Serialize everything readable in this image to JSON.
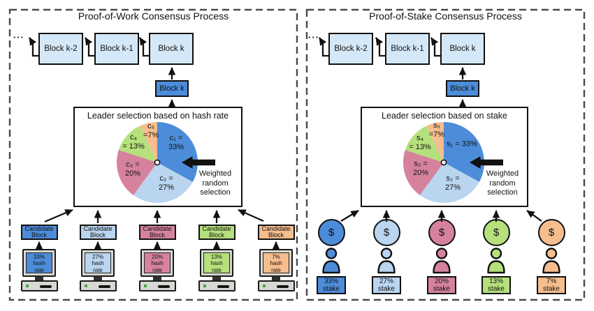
{
  "colors": {
    "blue": "#4d8cd9",
    "light_blue": "#b9d5ef",
    "pink": "#d6829d",
    "green": "#b5e07c",
    "orange": "#f6bd8e",
    "chain_block_fill": "#d5e8f7",
    "new_block_fill": "#4d8cd9",
    "dash_border": "#4a4a4a"
  },
  "pow_panel": {
    "title": "Proof-of-Work Consensus Process",
    "ellipsis": "···",
    "chain_blocks": [
      {
        "label": "Block k-2"
      },
      {
        "label": "Block k-1"
      },
      {
        "label": "Block k"
      }
    ],
    "new_block": {
      "label": "Block k"
    },
    "selection_box": {
      "title": "Leader selection based on hash rate"
    },
    "weighted_note": {
      "line1": "Weighted",
      "line2": "random",
      "line3": "selection"
    },
    "miners": [
      {
        "candidate_line1": "Candidate",
        "candidate_line2": "Block",
        "screen_line1": "33%",
        "screen_line2": "hash",
        "screen_line3": "rate",
        "color_key": "blue"
      },
      {
        "candidate_line1": "Candidate",
        "candidate_line2": "Block",
        "screen_line1": "27%",
        "screen_line2": "hash",
        "screen_line3": "rate",
        "color_key": "light_blue"
      },
      {
        "candidate_line1": "Candidate",
        "candidate_line2": "Block",
        "screen_line1": "20%",
        "screen_line2": "hash",
        "screen_line3": "rate",
        "color_key": "pink"
      },
      {
        "candidate_line1": "Candidate",
        "candidate_line2": "Block",
        "screen_line1": "13%",
        "screen_line2": "hash",
        "screen_line3": "rate",
        "color_key": "green"
      },
      {
        "candidate_line1": "Candidate",
        "candidate_line2": "Block",
        "screen_line1": "7%",
        "screen_line2": "hash",
        "screen_line3": "rate",
        "color_key": "orange"
      }
    ]
  },
  "pos_panel": {
    "title": "Proof-of-Stake Consensus Process",
    "ellipsis": "···",
    "chain_blocks": [
      {
        "label": "Block k-2"
      },
      {
        "label": "Block k-1"
      },
      {
        "label": "Block k"
      }
    ],
    "new_block": {
      "label": "Block k"
    },
    "selection_box": {
      "title": "Leader selection based on stake"
    },
    "weighted_note": {
      "line1": "Weighted",
      "line2": "random",
      "line3": "selection"
    },
    "stakers": [
      {
        "dollar": "$",
        "stake_line1": "33%",
        "stake_line2": "stake",
        "color_key": "blue"
      },
      {
        "dollar": "$",
        "stake_line1": "27%",
        "stake_line2": "stake",
        "color_key": "light_blue"
      },
      {
        "dollar": "$",
        "stake_line1": "20%",
        "stake_line2": "stake",
        "color_key": "pink"
      },
      {
        "dollar": "$",
        "stake_line1": "13%",
        "stake_line2": "stake",
        "color_key": "green"
      },
      {
        "dollar": "$",
        "stake_line1": "7%",
        "stake_line2": "stake",
        "color_key": "orange"
      }
    ]
  },
  "chart_data": [
    {
      "type": "pie",
      "title": "Leader selection based on hash rate",
      "labels": [
        "c1",
        "c2",
        "c3",
        "c4",
        "c5"
      ],
      "values": [
        33,
        27,
        20,
        13,
        7
      ],
      "colors": [
        "#4d8cd9",
        "#b9d5ef",
        "#d6829d",
        "#b5e07c",
        "#f6bd8e"
      ],
      "label_lines": [
        [
          "c₁ =",
          "33%"
        ],
        [
          "c₂ =",
          "27%"
        ],
        [
          "c₃ =",
          "20%"
        ],
        [
          "c₄",
          "= 13%"
        ],
        [
          "c₅",
          "=7%"
        ]
      ],
      "start_angle_deg": 0,
      "direction": "clockwise",
      "annotation": "Weighted random selection"
    },
    {
      "type": "pie",
      "title": "Leader selection based on stake",
      "labels": [
        "s1",
        "s2",
        "s3",
        "s4",
        "s5"
      ],
      "values": [
        33,
        27,
        20,
        13,
        7
      ],
      "colors": [
        "#4d8cd9",
        "#b9d5ef",
        "#d6829d",
        "#b5e07c",
        "#f6bd8e"
      ],
      "label_lines": [
        [
          "s₁ = 33%"
        ],
        [
          "s₂ =",
          "27%"
        ],
        [
          "s₃ =",
          "20%"
        ],
        [
          "s₄",
          "= 13%"
        ],
        [
          "s₅",
          "=7%"
        ]
      ],
      "start_angle_deg": 0,
      "direction": "clockwise",
      "annotation": "Weighted random selection"
    }
  ]
}
